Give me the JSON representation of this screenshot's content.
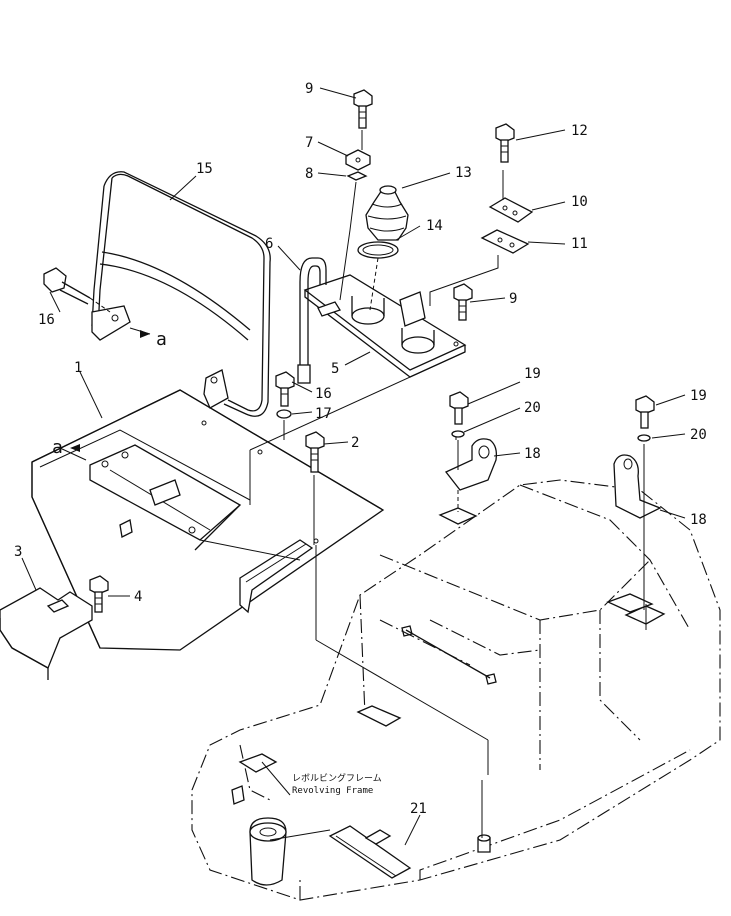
{
  "diagram": {
    "callouts": [
      "1",
      "2",
      "3",
      "4",
      "5",
      "6",
      "7",
      "8",
      "9",
      "10",
      "11",
      "12",
      "13",
      "14",
      "15",
      "16",
      "17",
      "18",
      "19",
      "20",
      "21"
    ],
    "view_letters": [
      "a",
      "a"
    ],
    "frame_label_jp": "レボルビングフレーム",
    "frame_label_en": "Revolving Frame"
  }
}
